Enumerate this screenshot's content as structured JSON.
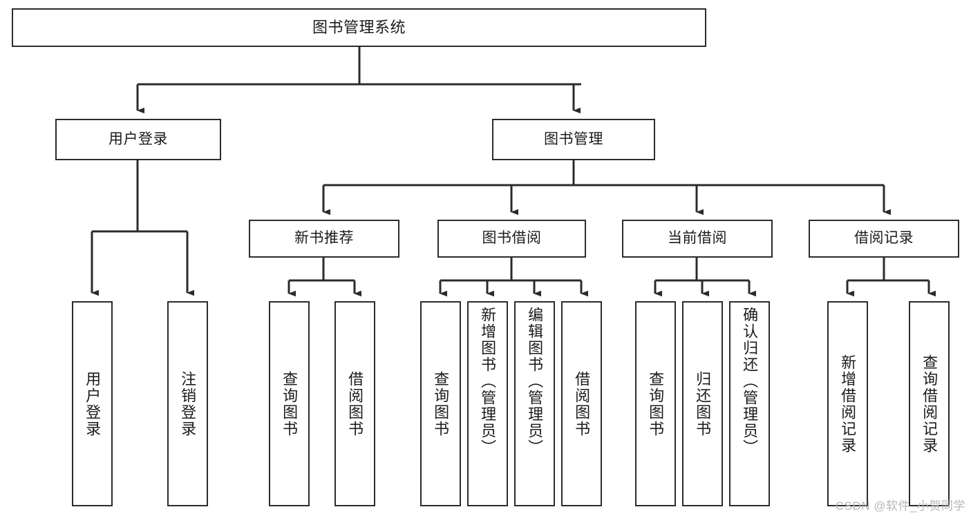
{
  "diagram": {
    "title": "图书管理系统",
    "type": "tree",
    "colors": {
      "stroke": "#2b2b2b",
      "fill": "#ffffff",
      "text": "#1b1b1b",
      "watermark": "#b7b7b7"
    },
    "root": {
      "id": "root",
      "label": "图书管理系统"
    },
    "level2": [
      {
        "id": "user-login",
        "label": "用户登录"
      },
      {
        "id": "book-manage",
        "label": "图书管理"
      }
    ],
    "level3": [
      {
        "id": "new-book-rec",
        "label": "新书推荐"
      },
      {
        "id": "book-borrow",
        "label": "图书借阅"
      },
      {
        "id": "current-borrow",
        "label": "当前借阅"
      },
      {
        "id": "borrow-record",
        "label": "借阅记录"
      }
    ],
    "leaves": {
      "user-login": [
        {
          "id": "leaf-user-login",
          "label": "用户登录"
        },
        {
          "id": "leaf-logout-login",
          "label": "注销登录"
        }
      ],
      "new-book-rec": [
        {
          "id": "leaf-query-book-1",
          "label": "查询图书"
        },
        {
          "id": "leaf-borrow-book-1",
          "label": "借阅图书"
        }
      ],
      "book-borrow": [
        {
          "id": "leaf-query-book-2",
          "label": "查询图书"
        },
        {
          "id": "leaf-add-book",
          "label": "新增图书（管理员）"
        },
        {
          "id": "leaf-edit-book",
          "label": "编辑图书（管理员）"
        },
        {
          "id": "leaf-borrow-book-2",
          "label": "借阅图书"
        }
      ],
      "current-borrow": [
        {
          "id": "leaf-query-book-3",
          "label": "查询图书"
        },
        {
          "id": "leaf-return-book",
          "label": "归还图书"
        },
        {
          "id": "leaf-confirm-return",
          "label": "确认归还（管理员）"
        }
      ],
      "borrow-record": [
        {
          "id": "leaf-add-record",
          "label": "新增借阅记录"
        },
        {
          "id": "leaf-query-record",
          "label": "查询借阅记录"
        }
      ]
    }
  },
  "watermark": {
    "text": "CSDN @软件_小贺同学"
  }
}
